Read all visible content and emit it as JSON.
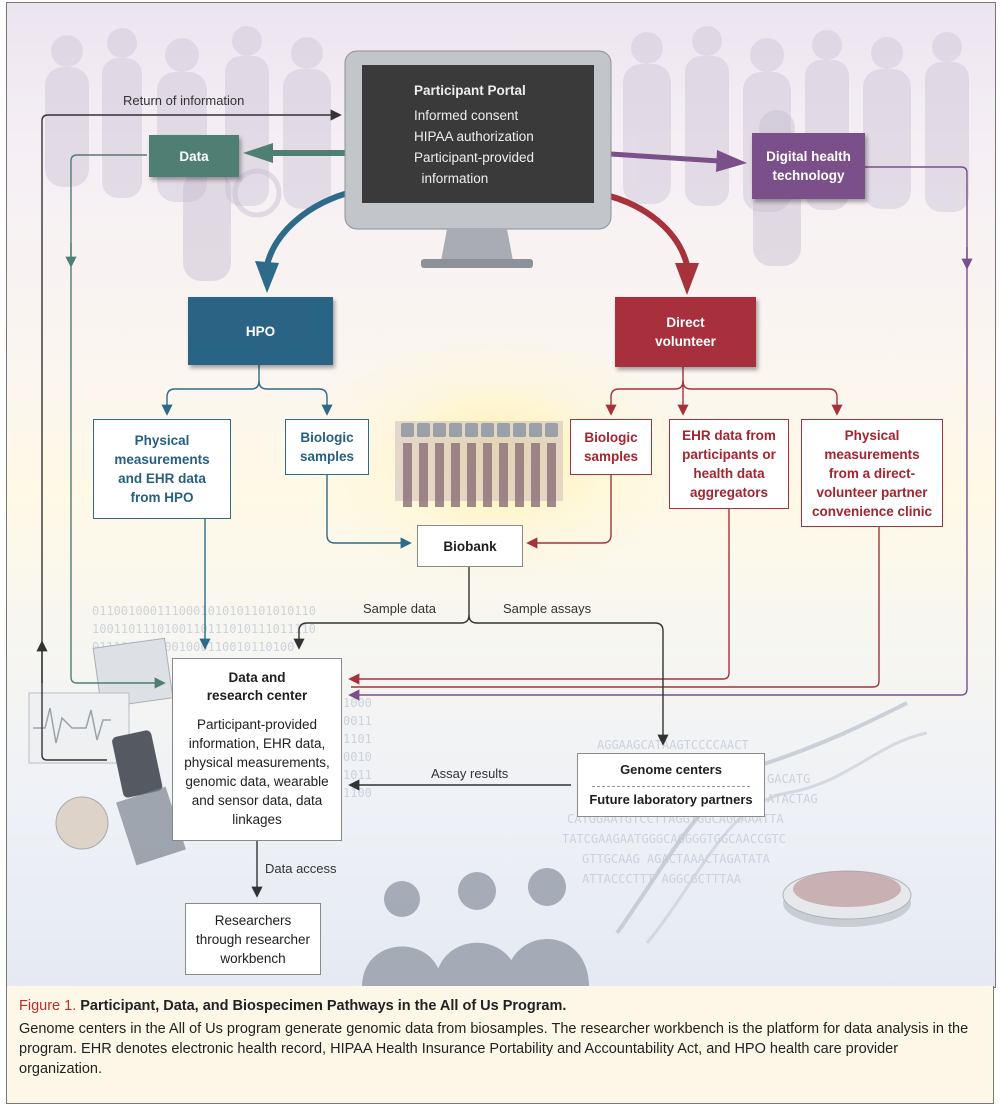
{
  "portal": {
    "title": "Participant Portal",
    "items": [
      "Informed consent",
      "HIPAA authorization",
      "Participant-provided",
      "  information"
    ]
  },
  "boxes": {
    "data": "Data",
    "digital_health": "Digital health\ntechnology",
    "hpo": "HPO",
    "direct_volunteer": "Direct\nvolunteer",
    "hpo_physical": "Physical\nmeasurements\nand EHR data\nfrom HPO",
    "hpo_biologic": "Biologic\nsamples",
    "dv_biologic": "Biologic\nsamples",
    "dv_ehr": "EHR data from\nparticipants or\nhealth data\naggregators",
    "dv_physical": "Physical\nmeasurements\nfrom a direct-\nvolunteer partner\nconvenience clinic",
    "biobank": "Biobank",
    "data_center_title": "Data and\nresearch center",
    "data_center_body": "Participant-provided\ninformation, EHR data,\nphysical measurements,\ngenomic data, wearable\nand sensor data, data\nlinkages",
    "genome_centers": "Genome centers",
    "future_labs": "Future laboratory partners",
    "researchers": "Researchers\nthrough researcher\nworkbench"
  },
  "labels": {
    "return_info": "Return of information",
    "sample_data": "Sample data",
    "sample_assays": "Sample assays",
    "assay_results": "Assay results",
    "data_access": "Data access"
  },
  "caption": {
    "number": "Figure 1.",
    "title": "Participant, Data, and Biospecimen Pathways in the All of Us Program.",
    "text": "Genome centers in the All of Us program generate genomic data from biosamples. The researcher workbench is the platform for data analysis in the program. EHR denotes electronic health record, HIPAA Health Insurance Portability and Accountability Act, and HPO health care provider organization."
  },
  "colors": {
    "data_green": "#4f7f72",
    "hpo_blue": "#2a6485",
    "direct_red": "#a82f3c",
    "digital_purple": "#7a4f8a",
    "caption_red": "#b5302a"
  }
}
